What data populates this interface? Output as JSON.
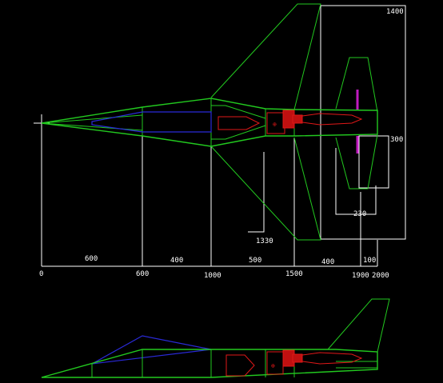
{
  "colors": {
    "background": "#000000",
    "outline": "#22c91f",
    "dimension": "#ffffff",
    "internal": "#e01818",
    "canopy": "#2a2ad8",
    "nozzle": "#c01ac0"
  },
  "top_view": {
    "span_label": "1400",
    "tail_height_label": "300",
    "tail_width_label": "230",
    "wing_root_label": "1330"
  },
  "segments": [
    "600",
    "400",
    "500",
    "400",
    "100"
  ],
  "stations": [
    "0",
    "600",
    "1000",
    "1500",
    "1900",
    "2000"
  ]
}
